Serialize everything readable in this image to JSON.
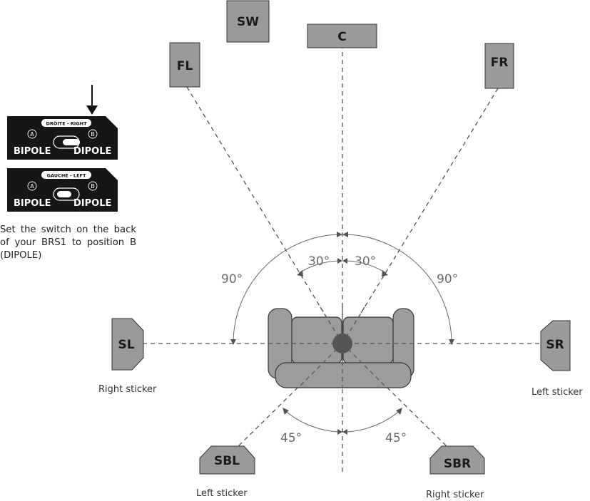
{
  "speakers": {
    "sw": "SW",
    "c": "C",
    "fl": "FL",
    "fr": "FR",
    "sl": "SL",
    "sr": "SR",
    "sbl": "SBL",
    "sbr": "SBR"
  },
  "angles": {
    "front_left": "30°",
    "front_right": "30°",
    "side_left": "90°",
    "side_right": "90°",
    "rear_left": "45°",
    "rear_right": "45°"
  },
  "stickers": {
    "sl": "Right sticker",
    "sr": "Left sticker",
    "sbl": "Left sticker",
    "sbr": "Right sticker"
  },
  "switch_panel_top": {
    "header": "DROITE - RIGHT",
    "a": "A",
    "b": "B",
    "left": "BIPOLE",
    "right": "DIPOLE"
  },
  "switch_panel_bottom": {
    "header": "GAUCHE - LEFT",
    "a": "A",
    "b": "B",
    "left": "BIPOLE",
    "right": "DIPOLE"
  },
  "instruction": "Set the switch on the back of your BRS1 to position B (DIPOLE)",
  "colors": {
    "speaker_fill": "#9a9a9a",
    "panel": "#161616",
    "sofa": "#9c9c9c",
    "listener": "#555555"
  }
}
